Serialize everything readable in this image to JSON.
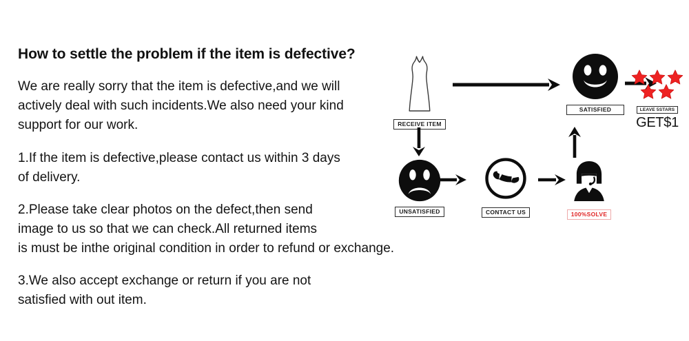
{
  "document": {
    "heading": "How to settle the problem if the item is defective?",
    "paragraphs": [
      "We are really sorry that the item is defective,and we will\nactively deal with such incidents.We also need your kind\nsupport for our work.",
      "1.If the item is defective,please contact us within 3 days\nof delivery.",
      "2.Please take clear photos on the defect,then send\nimage to us so that we can check.All returned items\nis must be inthe original condition in order to refund or exchange.",
      "3.We also accept exchange or return if you are not\nsatisfied with out item."
    ]
  },
  "flow": {
    "nodes": {
      "receive_item": {
        "label": "RECEIVE ITEM",
        "icon": "dress-icon"
      },
      "satisfied": {
        "label": "SATISFIED",
        "icon": "smiley-face-icon"
      },
      "unsatisfied": {
        "label": "UNSATISFIED",
        "icon": "sad-face-icon"
      },
      "contact_us": {
        "label": "CONTACT US",
        "icon": "phone-in-circle-icon"
      },
      "solve": {
        "label": "100%SOLVE",
        "icon": "support-agent-icon"
      },
      "reward": {
        "label": "LEAVE 5STARS",
        "price": "GET$1",
        "icon": "five-stars-icon",
        "star_count": 5
      }
    },
    "arrows": [
      {
        "name": "receive-to-satisfied",
        "direction": "right"
      },
      {
        "name": "satisfied-to-reward",
        "direction": "right"
      },
      {
        "name": "receive-to-unsatisfied",
        "direction": "down"
      },
      {
        "name": "unsatisfied-to-contact",
        "direction": "right"
      },
      {
        "name": "contact-to-solve",
        "direction": "right"
      },
      {
        "name": "solve-to-satisfied",
        "direction": "up"
      }
    ]
  },
  "colors": {
    "ink": "#1a1a1a",
    "star_red": "#ee2222",
    "star_red_dark": "#cc1111",
    "solve_red": "#e02424",
    "solve_border": "#eeaaaa",
    "background": "#ffffff"
  }
}
